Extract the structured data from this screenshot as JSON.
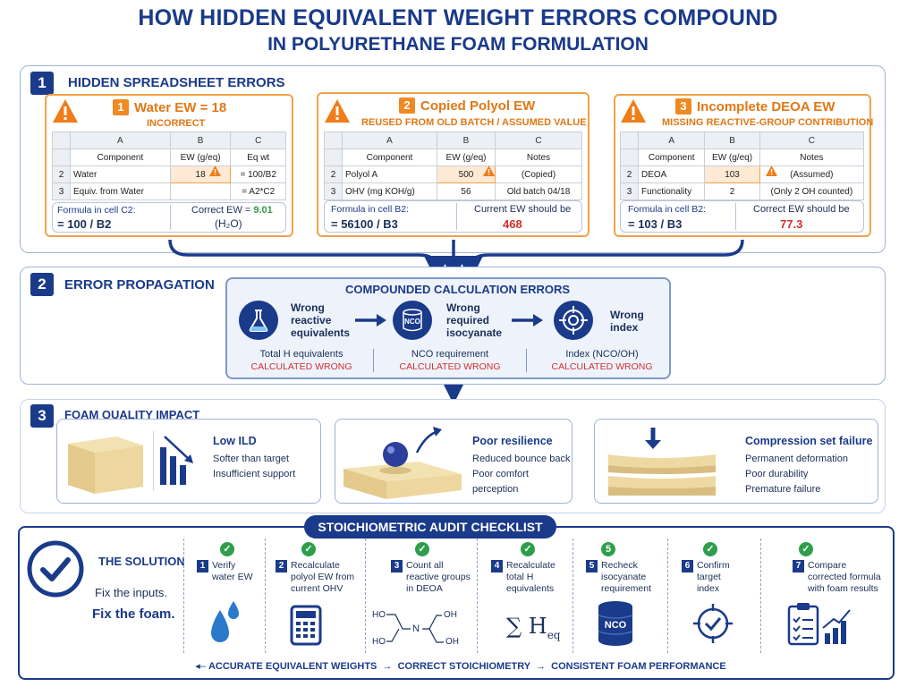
{
  "title": {
    "line1": "HOW HIDDEN EQUIVALENT WEIGHT ERRORS COMPOUND",
    "line2": "IN POLYURETHANE FOAM FORMULATION"
  },
  "section1": {
    "num": "1",
    "title": "HIDDEN SPREADSHEET ERRORS",
    "cards": [
      {
        "num": "1",
        "title": "Water EW = 18",
        "subtitle": "INCORRECT",
        "headers": [
          "A",
          "B",
          "C"
        ],
        "rows": [
          [
            "",
            "Component",
            "EW (g/eq)",
            "Eq wt"
          ],
          [
            "2",
            "Water",
            "18",
            "= 100/B2"
          ],
          [
            "3",
            "Equiv. from Water",
            "",
            "= A2*C2"
          ]
        ],
        "formula_label": "Formula in cell C2:",
        "formula": "= 100 / B2",
        "correct_label": "Correct EW = ",
        "correct_value": "9.01",
        "correct_extra": "(H₂O)"
      },
      {
        "num": "2",
        "title": "Copied Polyol EW",
        "subtitle": "REUSED FROM OLD BATCH / ASSUMED VALUE",
        "headers": [
          "A",
          "B",
          "C"
        ],
        "rows": [
          [
            "",
            "Component",
            "EW (g/eq)",
            "Notes"
          ],
          [
            "2",
            "Polyol A",
            "500",
            "(Copied)"
          ],
          [
            "3",
            "OHV (mg KOH/g)",
            "56",
            "Old batch 04/18"
          ]
        ],
        "formula_label": "Formula in cell B2:",
        "formula": "= 56100 / B3",
        "correct_label": "Current EW should be",
        "correct_value": "468"
      },
      {
        "num": "3",
        "title": "Incomplete DEOA EW",
        "subtitle": "MISSING REACTIVE-GROUP CONTRIBUTION",
        "headers": [
          "A",
          "B",
          "C"
        ],
        "rows": [
          [
            "",
            "Component",
            "EW (g/eq)",
            "Notes"
          ],
          [
            "2",
            "DEOA",
            "103",
            "(Assumed)"
          ],
          [
            "3",
            "Functionality",
            "2",
            "(Only 2 OH counted)"
          ]
        ],
        "formula_label": "Formula in cell B2:",
        "formula": "= 103 / B3",
        "correct_label": "Correct EW should be",
        "correct_value": "77.3"
      }
    ]
  },
  "section2": {
    "num": "2",
    "title": "ERROR PROPAGATION",
    "box_title": "COMPOUNDED CALCULATION ERRORS",
    "steps": [
      {
        "label": "Wrong\nreactive\nequivalents",
        "caption": "Total H equivalents",
        "wrong": "CALCULATED WRONG"
      },
      {
        "label": "Wrong\nrequired\nisocyanate",
        "caption": "NCO requirement",
        "wrong": "CALCULATED WRONG",
        "icon_text": "NCO"
      },
      {
        "label": "Wrong\nindex",
        "caption": "Index (NCO/OH)",
        "wrong": "CALCULATED WRONG"
      }
    ]
  },
  "section3": {
    "num": "3",
    "title": "FOAM QUALITY IMPACT",
    "items": [
      {
        "title": "Low ILD",
        "lines": [
          "Softer than target",
          "Insufficient support"
        ]
      },
      {
        "title": "Poor resilience",
        "lines": [
          "Reduced bounce back",
          "Poor comfort",
          "perception"
        ]
      },
      {
        "title": "Compression set failure",
        "lines": [
          "Permanent deformation",
          "Poor durability",
          "Premature failure"
        ]
      }
    ]
  },
  "checklist": {
    "banner": "STOICHIOMETRIC AUDIT CHECKLIST",
    "solution_title": "THE SOLUTION",
    "solution_line1": "Fix the inputs.",
    "solution_line2": "Fix the foam.",
    "steps": [
      {
        "num": "1",
        "text": "Verify\nwater EW"
      },
      {
        "num": "2",
        "text": "Recalculate\npolyol EW from\ncurrent OHV"
      },
      {
        "num": "3",
        "text": "Count all\nreactive groups\nin DEOA"
      },
      {
        "num": "4",
        "text": "Recalculate\ntotal H\nequivalents"
      },
      {
        "num": "5",
        "text": "Recheck\nisocyanate\nrequirement"
      },
      {
        "num": "6",
        "text": "Confirm\ntarget\nindex"
      },
      {
        "num": "7",
        "text": "Compare\ncorrected formula\nwith foam results"
      }
    ],
    "deoa": {
      "ho1": "HO",
      "ho2": "HO",
      "n": "N",
      "oh1": "OH",
      "oh2": "OH"
    },
    "sum_label": "∑ H",
    "sum_sub": "eq",
    "nco_label": "NCO",
    "footer": "ACCURATE EQUIVALENT WEIGHTS  →  CORRECT STOICHIOMETRY  →  CONSISTENT FOAM PERFORMANCE"
  },
  "colors": {
    "navy": "#1a3a8a",
    "orange": "#e07815",
    "red": "#d32f2f",
    "green": "#2e9e4a"
  }
}
